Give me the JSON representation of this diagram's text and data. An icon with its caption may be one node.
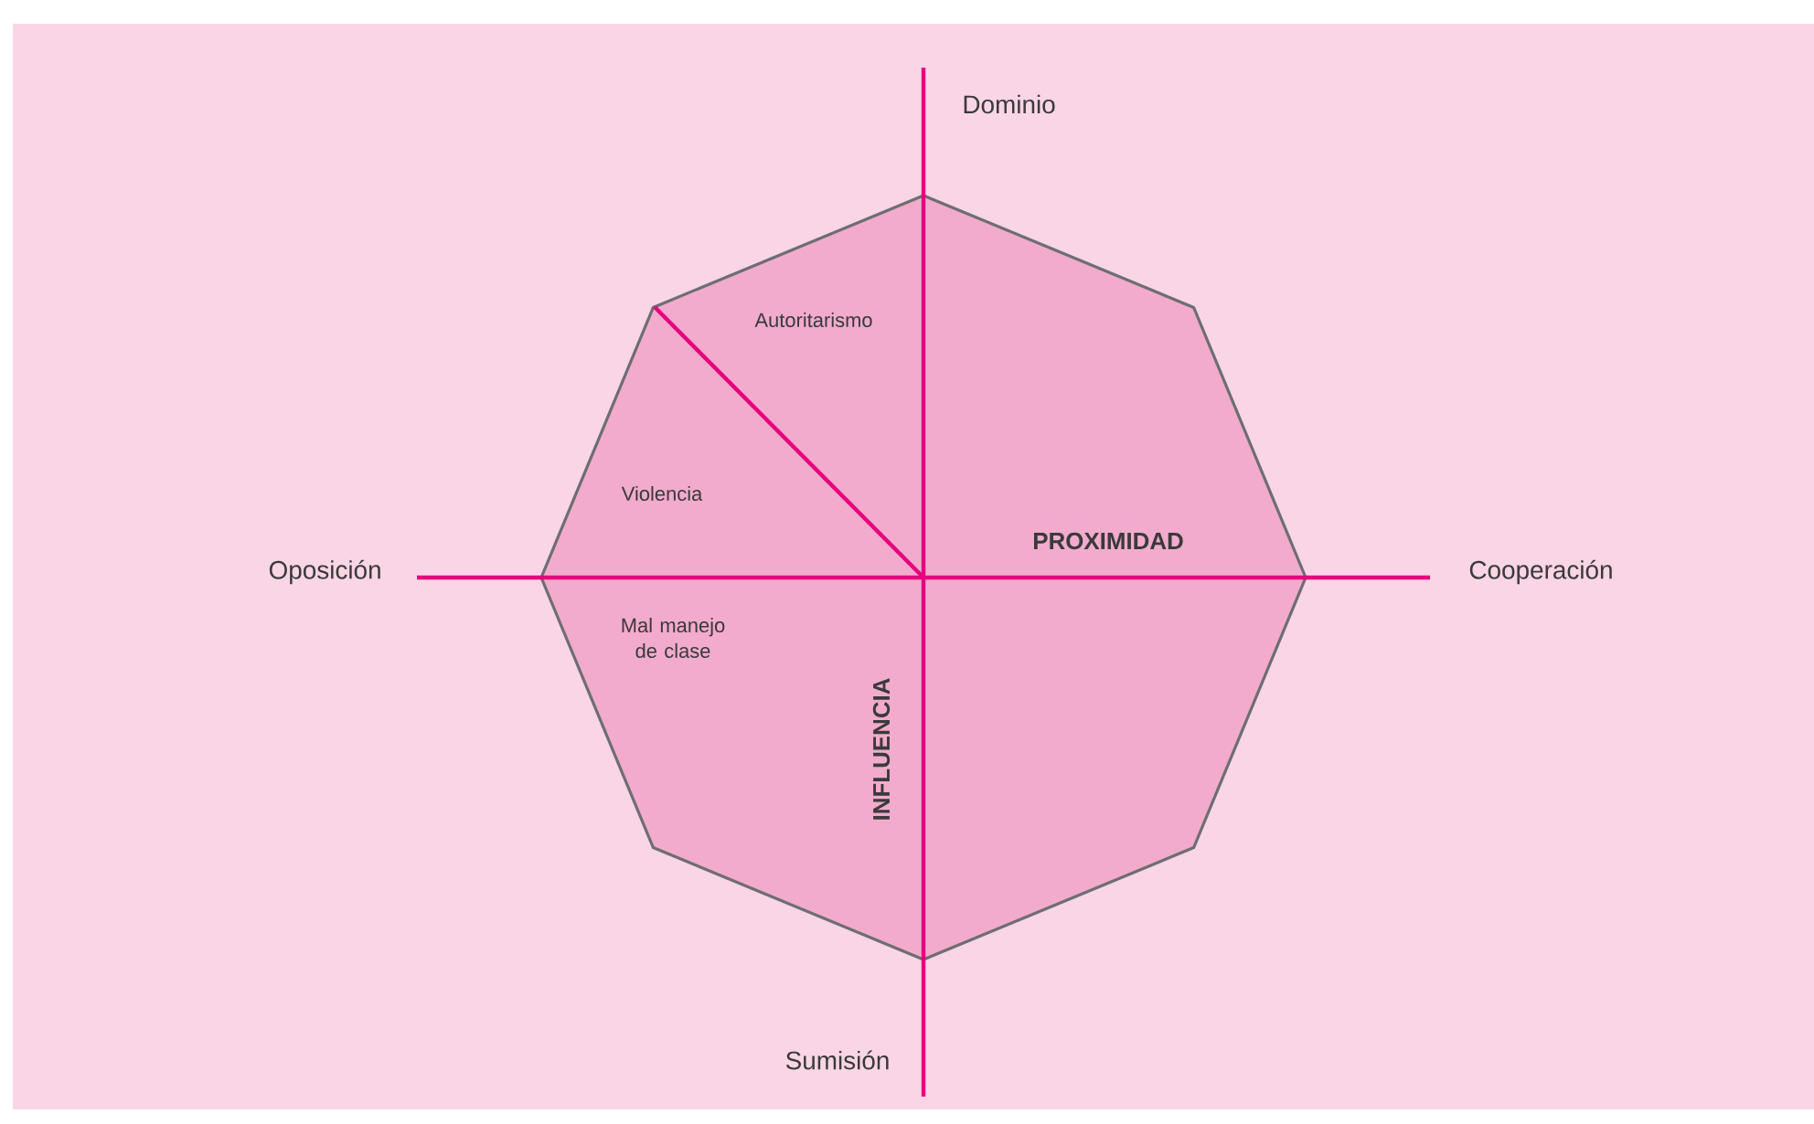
{
  "diagram": {
    "nodes": [
      {
        "text": [
          "Autoritarismo",
          "Violencia",
          "Mal manejo de clase",
          "PROXIMIDAD",
          "INFLUENCIA"
        ]
      }
    ],
    "labels": [
      "Dominio",
      "Oposición",
      "Cooperación",
      "Sumisión"
    ]
  }
}
